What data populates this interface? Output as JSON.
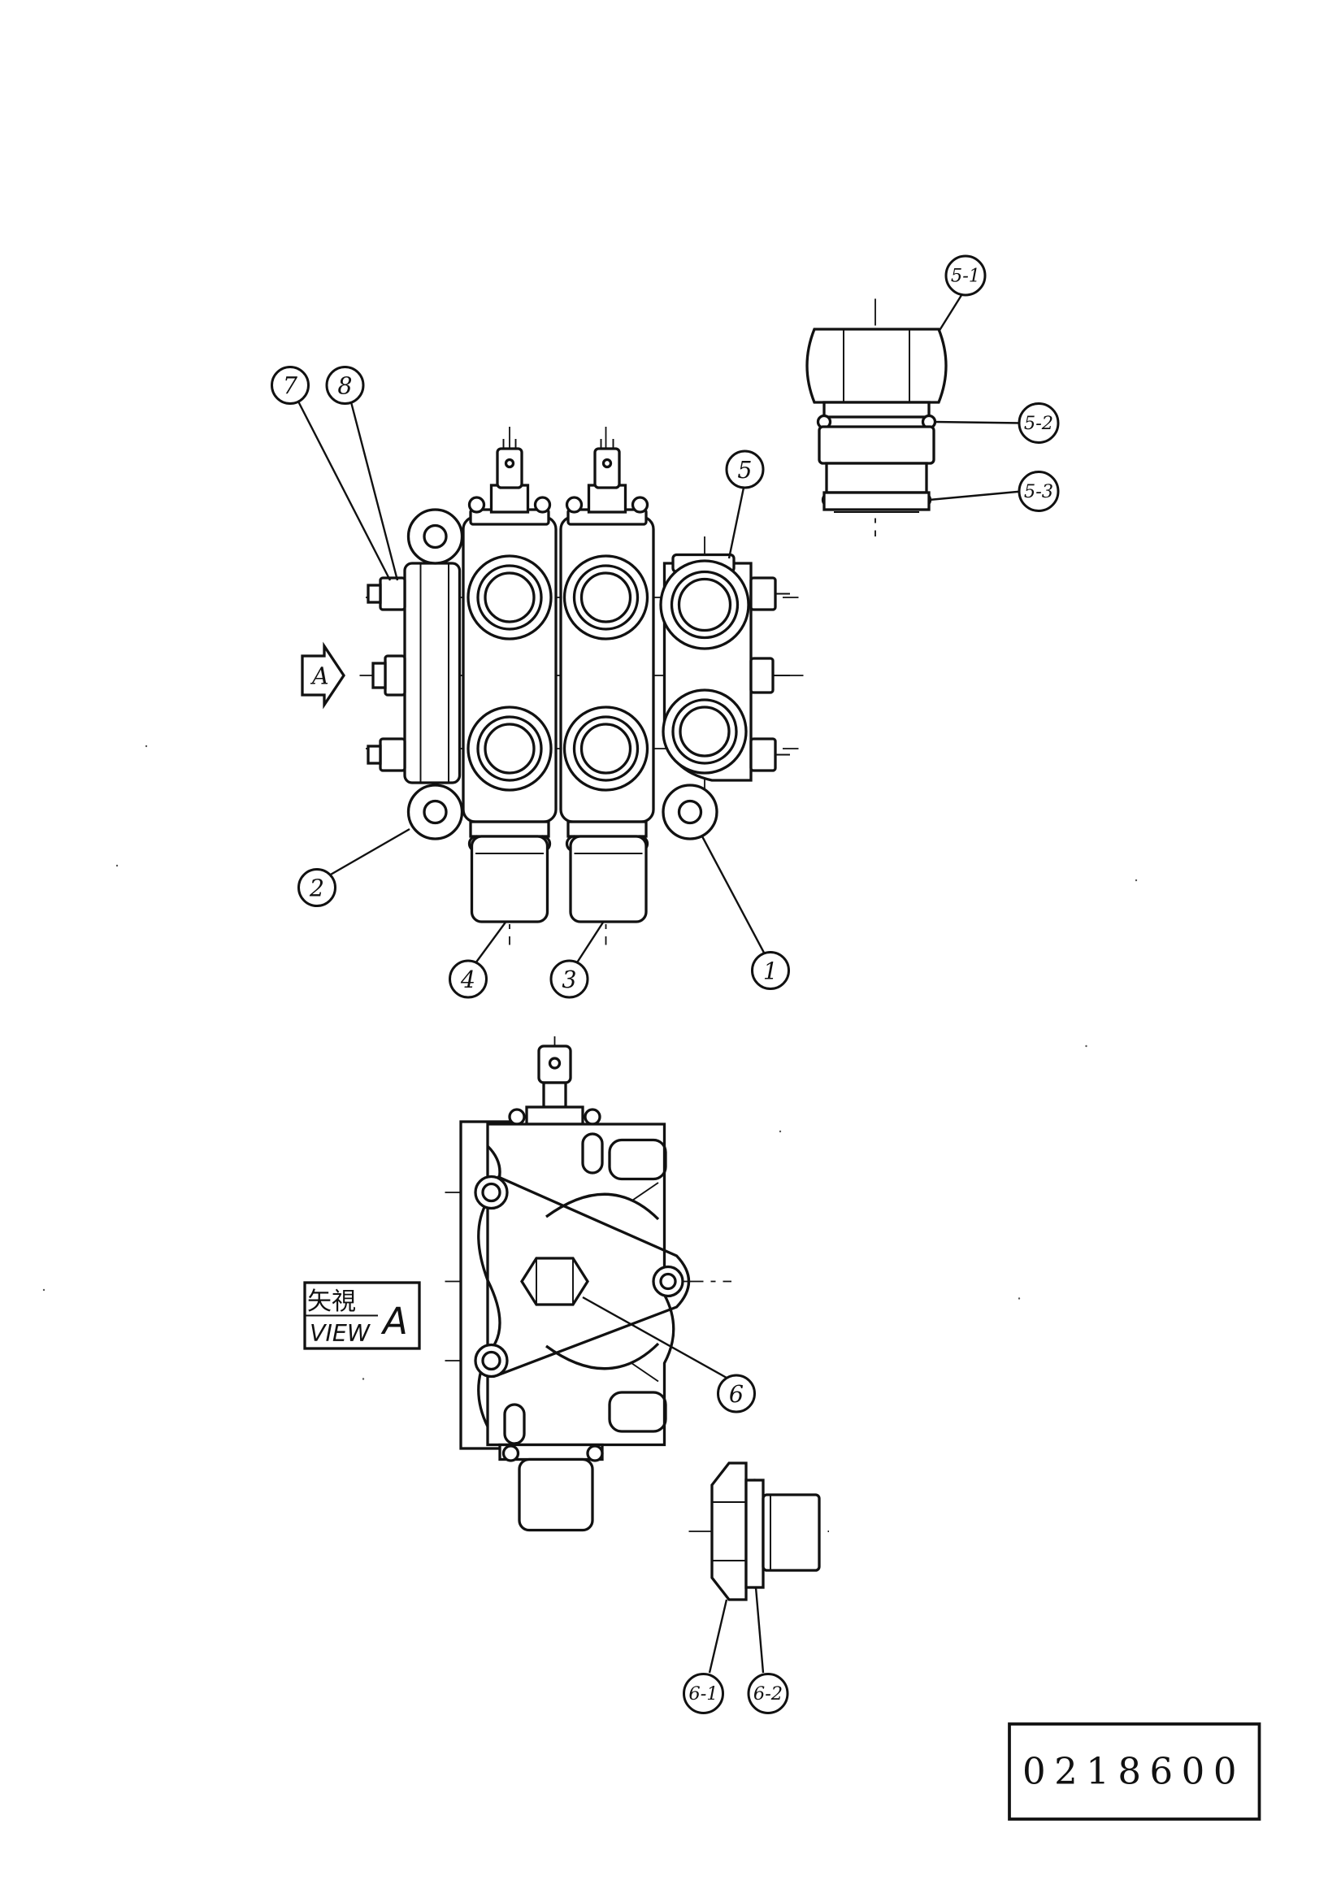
{
  "callouts": {
    "c1": "1",
    "c2": "2",
    "c3": "3",
    "c4": "4",
    "c5": "5",
    "c5_1": "5-1",
    "c5_2": "5-2",
    "c5_3": "5-3",
    "c6": "6",
    "c6_1": "6-1",
    "c6_2": "6-2",
    "c7": "7",
    "c8": "8"
  },
  "view_arrow_label": "A",
  "view_label": {
    "japanese": "矢視",
    "english": "VIEW",
    "letter": "A"
  },
  "drawing_number": "0218600"
}
